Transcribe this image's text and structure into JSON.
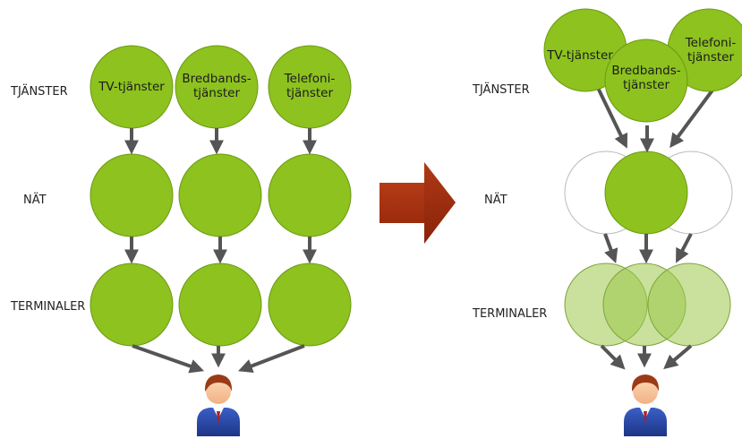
{
  "row_labels": {
    "services": "TJÄNSTER",
    "network": "NÄT",
    "terminals": "TERMINALER"
  },
  "left_services": [
    {
      "line1": "TV-tjänster",
      "line2": ""
    },
    {
      "line1": "Bredbands-",
      "line2": "tjänster"
    },
    {
      "line1": "Telefoni-",
      "line2": "tjänster"
    }
  ],
  "right_services": [
    {
      "line1": "TV-tjänster",
      "line2": ""
    },
    {
      "line1": "Bredbands-",
      "line2": "tjänster"
    },
    {
      "line1": "Telefoni-",
      "line2": "tjänster"
    }
  ],
  "colors": {
    "circle_fill": "#8dc21f",
    "circle_stroke": "#6c9a12",
    "terminal_light_fill": "#bcd98a",
    "arrow": "#555555",
    "big_arrow": "#a8300f",
    "big_arrow_shade": "#7a1f08"
  }
}
